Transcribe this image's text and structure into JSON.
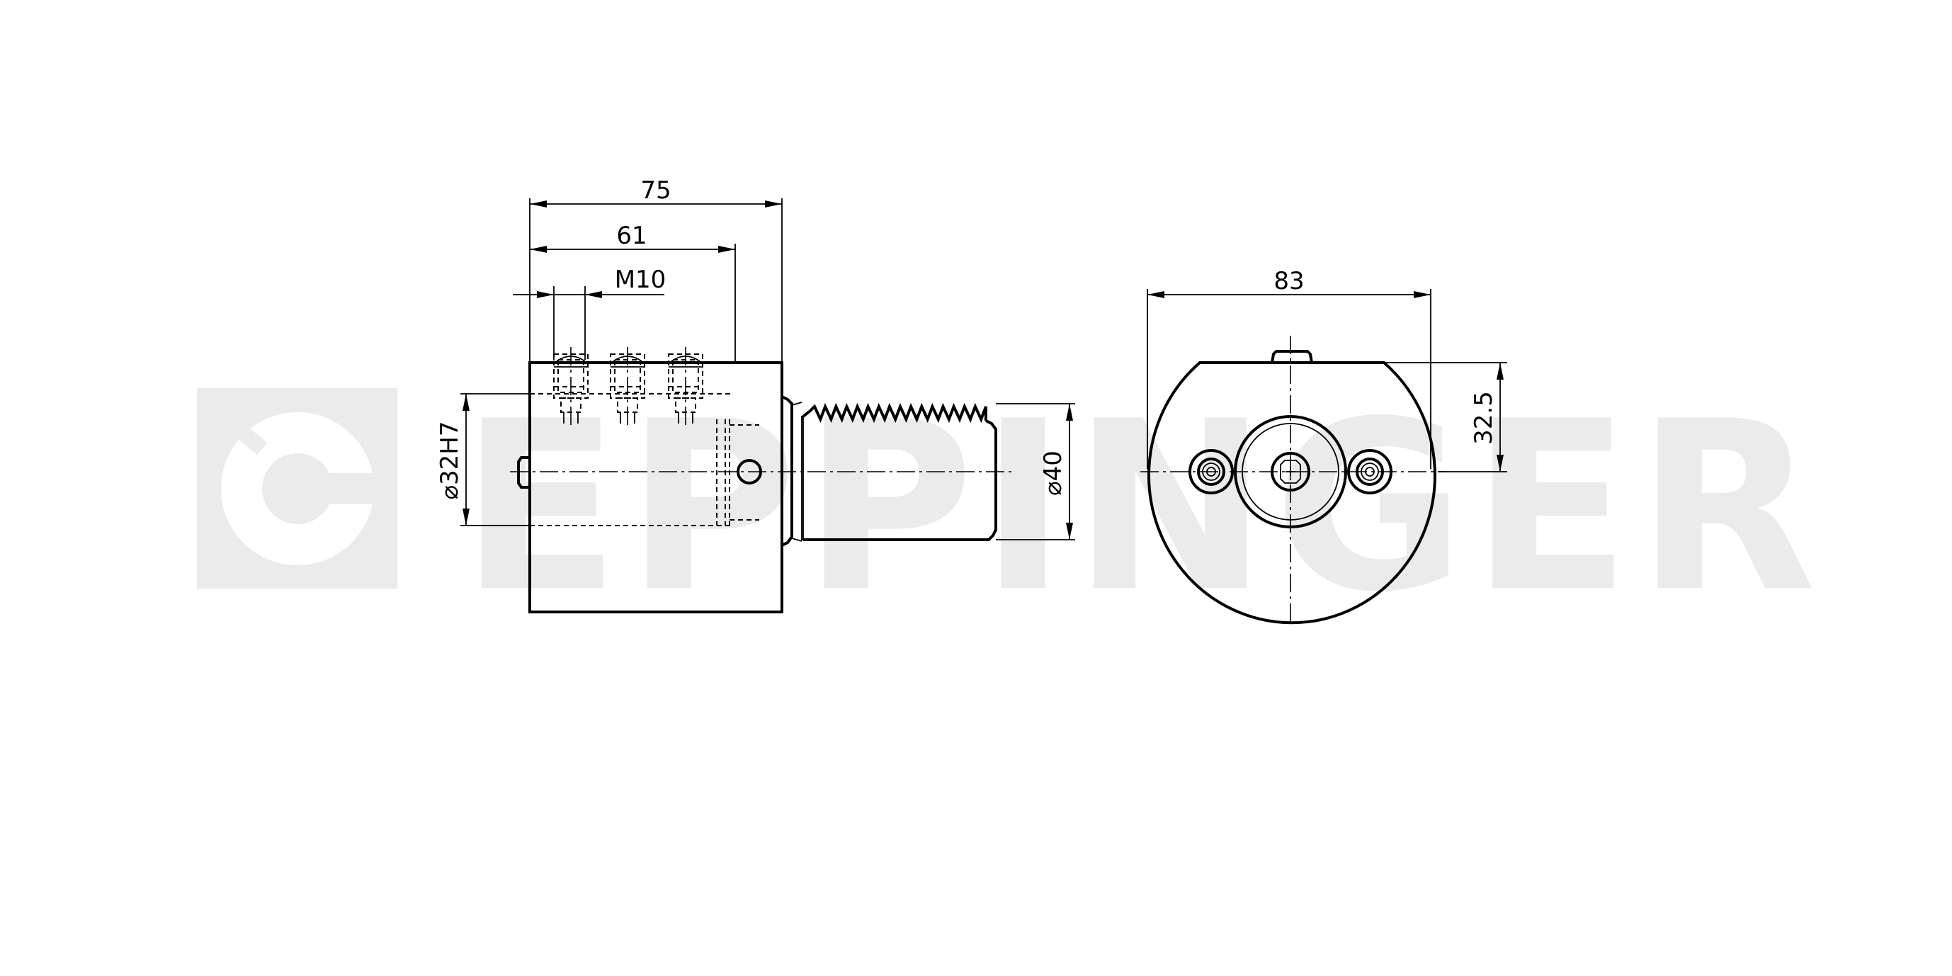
{
  "watermark": {
    "brand_text": "EPPINGER",
    "color": "#ebebeb"
  },
  "dimensions": {
    "overall_length": "75",
    "body_length": "61",
    "thread": "M10",
    "bore": "32H7",
    "shank": "40",
    "width": "83",
    "half_height": "32.5"
  },
  "colors": {
    "line": "#000000",
    "background": "#ffffff"
  }
}
